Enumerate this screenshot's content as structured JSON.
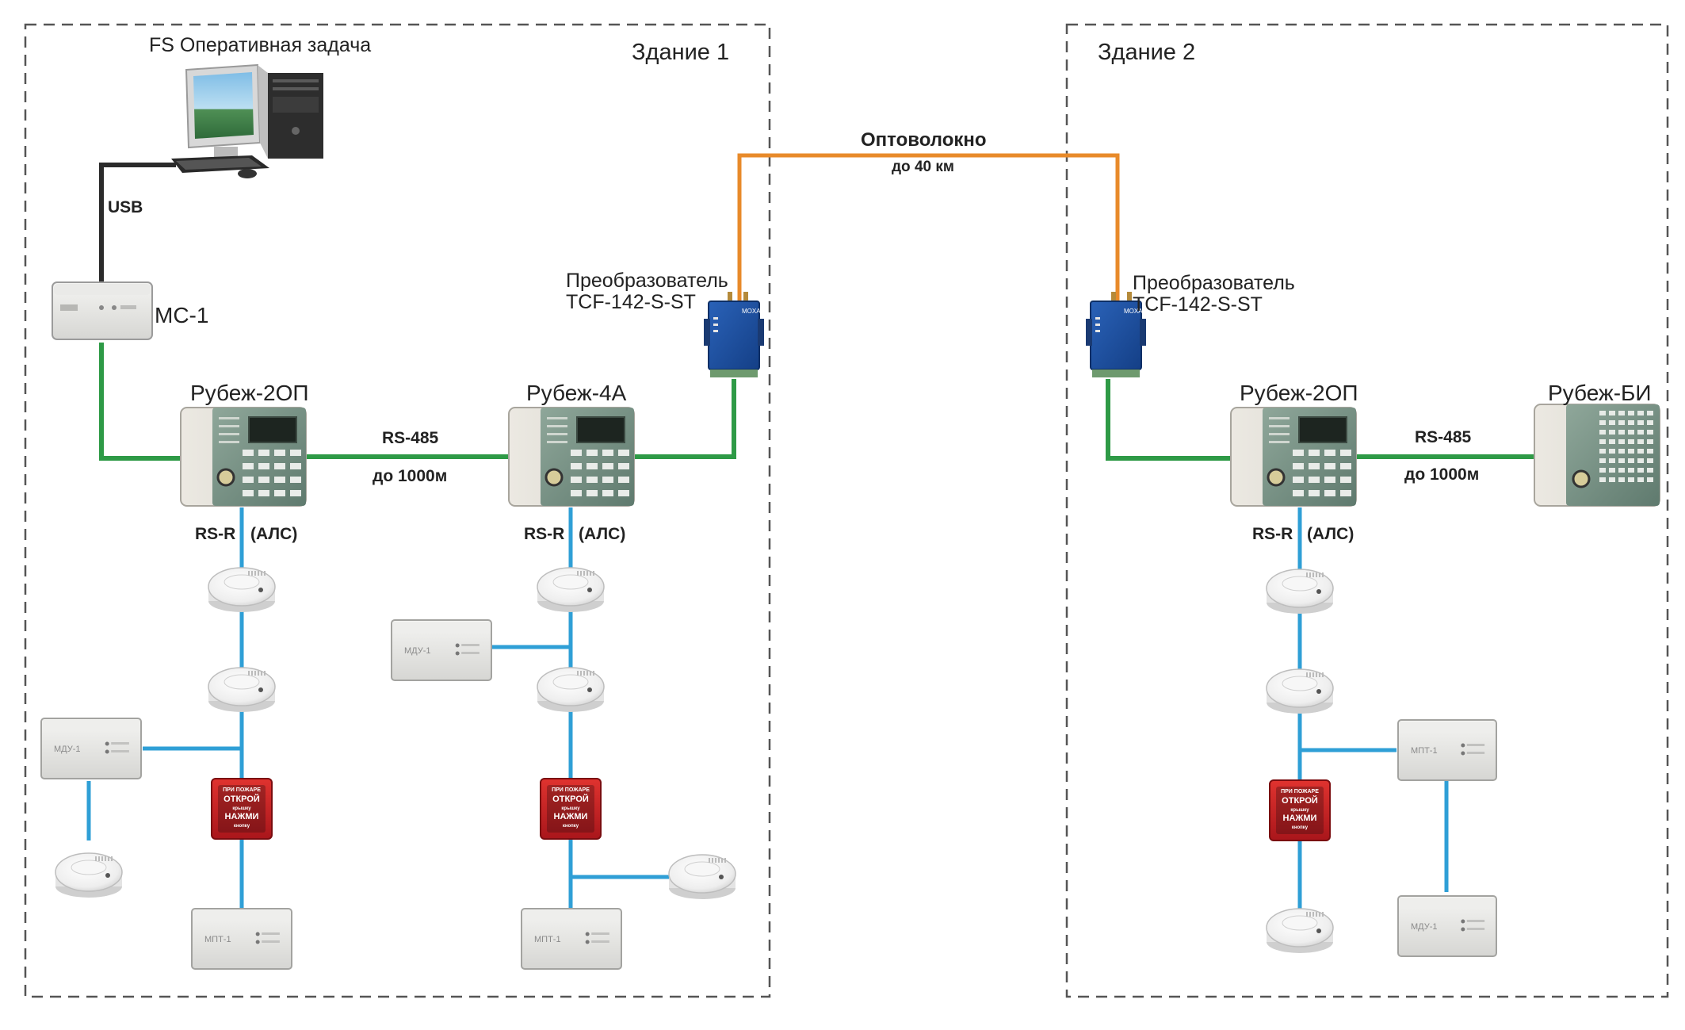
{
  "colors": {
    "usb": "#2b2b2b",
    "rs485": "#2e9a46",
    "fiber": "#e88a2a",
    "alc": "#2f9fd6",
    "boundary": "#555555"
  },
  "buildings": [
    {
      "label": "Здание 1"
    },
    {
      "label": "Здание 2"
    }
  ],
  "workstation": {
    "label": "FS Оперативная задача",
    "icon": "computer-icon"
  },
  "links": {
    "usb": "USB",
    "fiber_title": "Оптоволокно",
    "fiber_range": "до 40 км",
    "rs485_b1": "RS-485",
    "range_b1": "до 1000м",
    "rs485_b2": "RS-485",
    "range_b2": "до 1000м"
  },
  "devices": {
    "mc1": {
      "label": "МС-1"
    },
    "rubezh2op_b1": {
      "label": "Рубеж-2ОП"
    },
    "rubezh4a": {
      "label": "Рубеж-4А"
    },
    "rubezh2op_b2": {
      "label": "Рубеж-2ОП"
    },
    "rubezh_bi": {
      "label": "Рубеж-БИ"
    },
    "converter_b1": {
      "line1": "Преобразователь",
      "line2": "TCF-142-S-ST"
    },
    "converter_b2": {
      "line1": "Преобразователь",
      "line2": "TCF-142-S-ST"
    }
  },
  "loop_labels": [
    {
      "rs": "RS-R",
      "als": "(АЛС)"
    },
    {
      "rs": "RS-R",
      "als": "(АЛС)"
    },
    {
      "rs": "RS-R",
      "als": "(АЛС)"
    }
  ],
  "device_texts": {
    "mdu": "МДУ-1",
    "mpt": "МПТ-1",
    "call_point_l1": "ПРИ ПОЖАРЕ",
    "call_point_l2": "ОТКРОЙ",
    "call_point_l3": "крышку",
    "call_point_l4": "НАЖМИ",
    "call_point_l5": "кнопку",
    "moxa": "MOXA"
  }
}
